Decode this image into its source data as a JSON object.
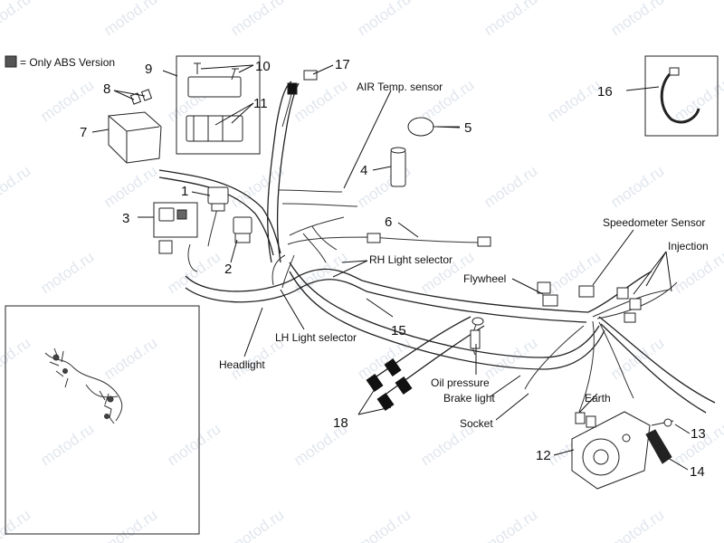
{
  "legend": {
    "swatch_color": "#555555",
    "text": "= Only ABS Version"
  },
  "watermark": "motod.ru",
  "part_numbers": [
    "1",
    "2",
    "3",
    "4",
    "5",
    "6",
    "7",
    "8",
    "9",
    "10",
    "11",
    "12",
    "13",
    "14",
    "15",
    "16",
    "17",
    "18"
  ],
  "labels": {
    "air_temp_sensor": "AIR Temp. sensor",
    "speedometer_sensor": "Speedometer Sensor",
    "injection": "Injection",
    "flywheel": "Flywheel",
    "rh_light_selector": "RH Light selector",
    "lh_light_selector": "LH Light selector",
    "headlight": "Headlight",
    "oil_pressure": "Oil pressure",
    "brake_light": "Brake light",
    "socket": "Socket",
    "earth": "Earth"
  }
}
